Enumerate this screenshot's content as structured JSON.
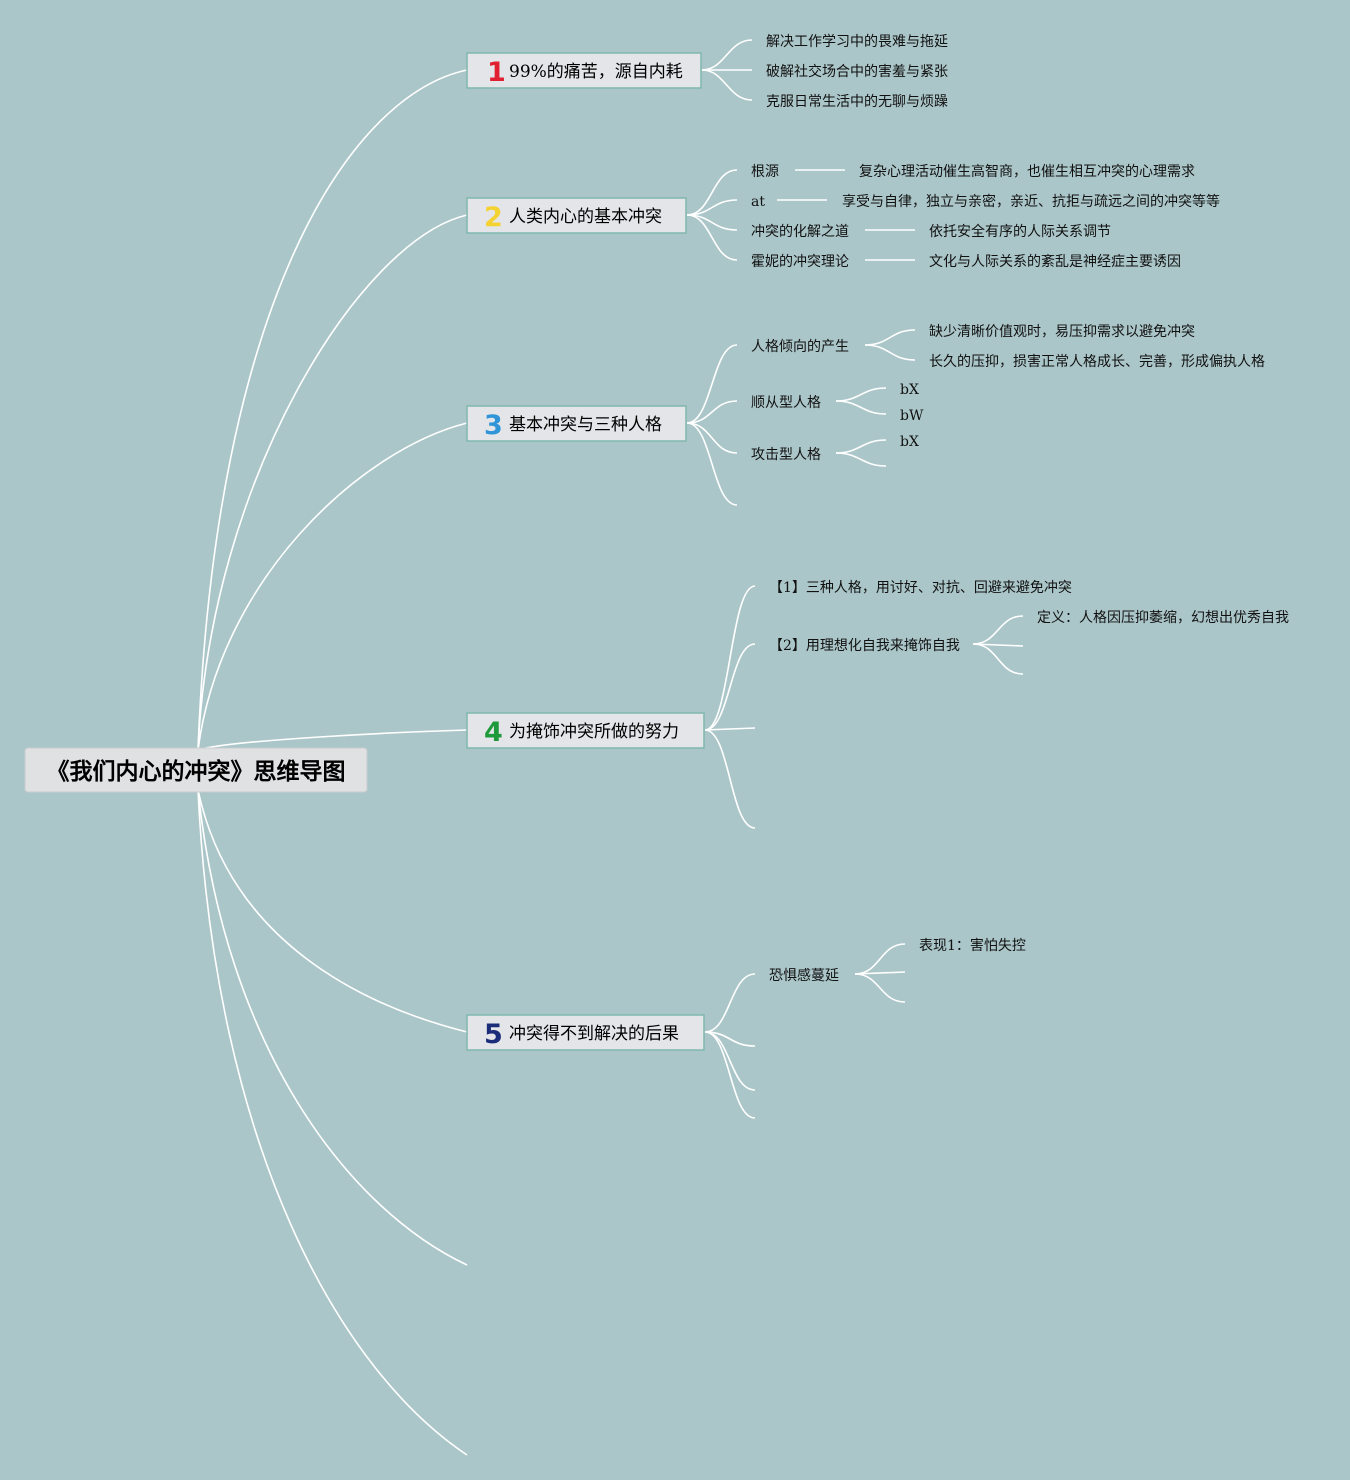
{
  "root": {
    "title": "《我们内心的冲突》思维导图"
  },
  "branches": [
    {
      "number": "1",
      "color": "#e02031",
      "label": "99%的痛苦，源自内耗",
      "children": [
        "解决工作学习中的畏难与拖延",
        "破解社交场合中的害羞与紧张",
        "克服日常生活中的无聊与烦躁"
      ]
    },
    {
      "number": "2",
      "color": "#f4d232",
      "label": "人类内心的基本冲突",
      "children": [
        {
          "label": "根源",
          "detail": "复杂心理活动催生高智商，也催生相互冲突的心理需求"
        },
        {
          "label": "at",
          "detail": "享受与自律，独立与亲密，亲近、抗拒与疏远之间的冲突等等"
        },
        {
          "label": "冲突的化解之道",
          "detail": "依托安全有序的人际关系调节"
        },
        {
          "label": "霍妮的冲突理论",
          "detail": "文化与人际关系的紊乱是神经症主要诱因"
        }
      ]
    },
    {
      "number": "3",
      "color": "#2f95d8",
      "label": "基本冲突与三种人格",
      "children": [
        {
          "label": "人格倾向的产生",
          "details": [
            "缺少清晰价值观时，易压抑需求以避免冲突",
            "长久的压抑，损害正常人格成长、完善，形成偏执人格"
          ]
        },
        {
          "label": "顺从型人格",
          "details": [
            "bX",
            "bW"
          ]
        },
        {
          "label": "攻击型人格",
          "details": [
            "bX"
          ]
        }
      ]
    },
    {
      "number": "4",
      "color": "#1f9a3b",
      "label": "为掩饰冲突所做的努力",
      "children": [
        {
          "label": "【1】三种人格，用讨好、对抗、回避来避免冲突"
        },
        {
          "label": "【2】用理想化自我来掩饰自我",
          "details": [
            "定义：人格因压抑萎缩，幻想出优秀自我"
          ]
        }
      ]
    },
    {
      "number": "5",
      "color": "#1b2c78",
      "label": "冲突得不到解决的后果",
      "children": [
        {
          "label": "恐惧感蔓延",
          "details": [
            "表现1：害怕失控"
          ]
        }
      ]
    }
  ]
}
